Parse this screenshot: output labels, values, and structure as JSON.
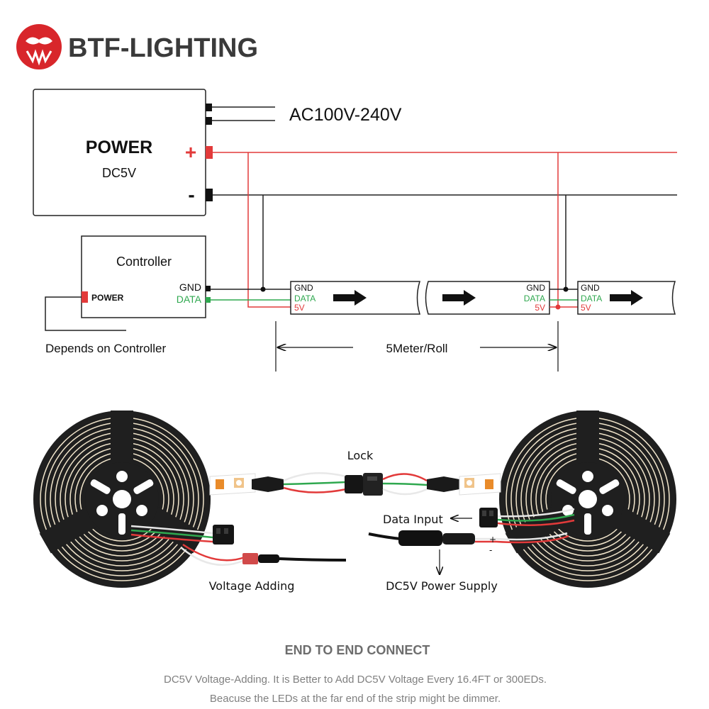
{
  "brand": {
    "name": "BTF-LIGHTING",
    "logo_color": "#d8262b"
  },
  "power_supply": {
    "title": "POWER",
    "voltage": "DC5V",
    "plus": "+",
    "minus": "-",
    "ac_input": "AC100V-240V"
  },
  "controller": {
    "title": "Controller",
    "power_label": "POWER",
    "gnd": "GND",
    "data": "DATA",
    "note": "Depends on Controller"
  },
  "strip": {
    "gnd": "GND",
    "data": "DATA",
    "v5": "5V",
    "length": "5Meter/Roll"
  },
  "photo_labels": {
    "lock": "Lock",
    "data_input": "Data Input",
    "voltage_adding": "Voltage Adding",
    "power_supply": "DC5V Power Supply",
    "plus": "+",
    "minus": "-"
  },
  "footer": {
    "heading": "END TO END CONNECT",
    "line1": "DC5V Voltage-Adding. It is Better to Add DC5V Voltage Every 16.4FT or 300EDs.",
    "line2": "Beacuse the LEDs at the far end of the strip might be dimmer."
  },
  "colors": {
    "red_wire": "#e23a3a",
    "green_wire": "#2fa84f",
    "black_wire": "#222222",
    "heading_gray": "#6d6d6d",
    "text_gray": "#808080"
  }
}
